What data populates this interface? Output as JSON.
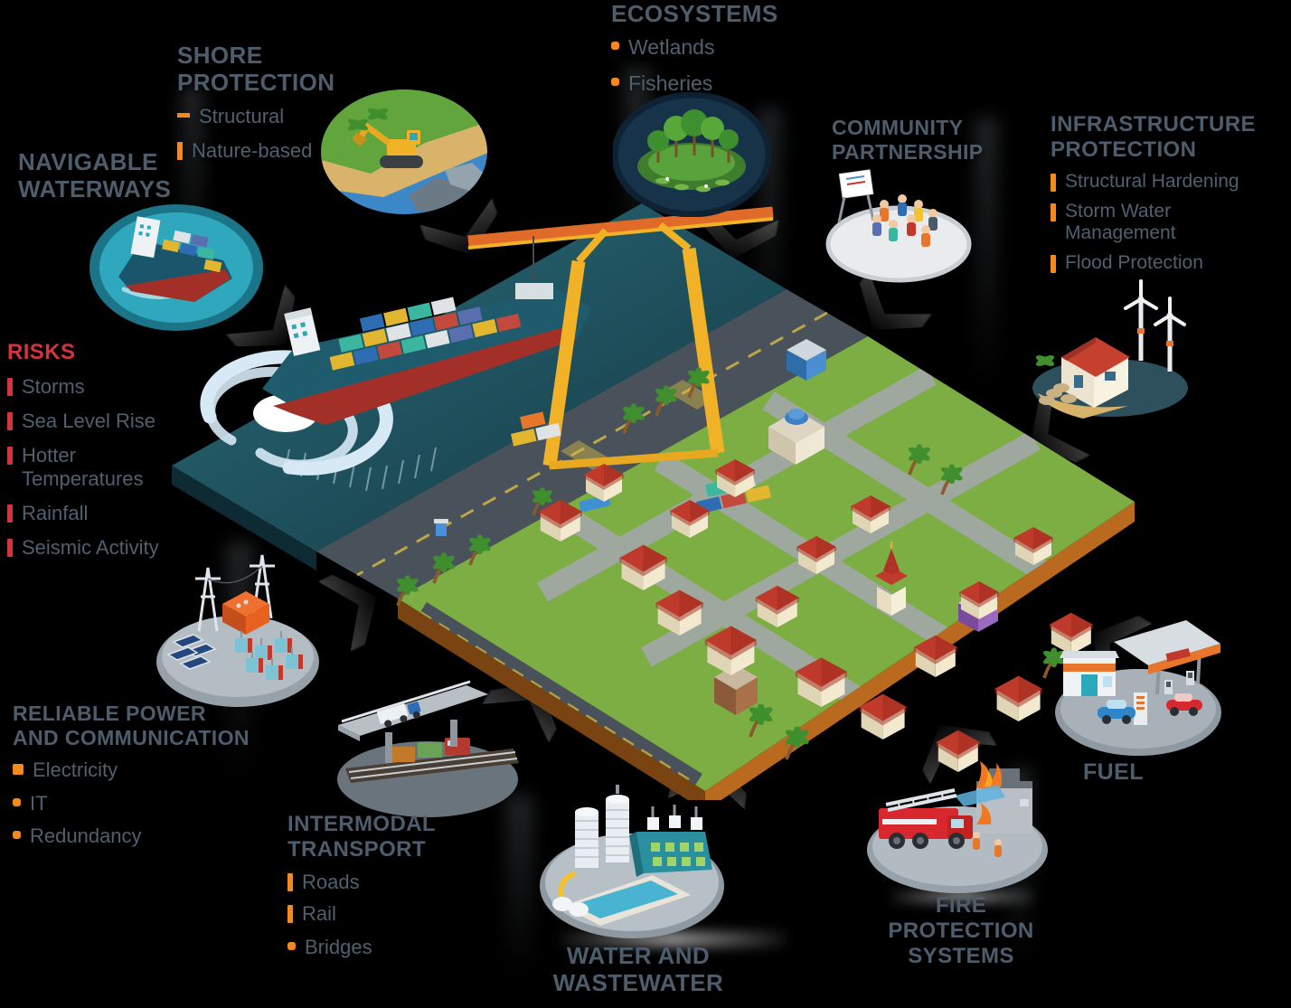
{
  "colors": {
    "background": "#000000",
    "heading_text": "#4e5d6b",
    "item_text": "#50606e",
    "risks_heading": "#d2353e",
    "bullet_orange": "#f5891f"
  },
  "callouts": {
    "shore_protection": {
      "title": "SHORE PROTECTION",
      "items": [
        "Structural",
        "Nature-based"
      ]
    },
    "ecosystems": {
      "title": "ECOSYSTEMS",
      "items": [
        "Wetlands",
        "Fisheries"
      ]
    },
    "community_partnership": {
      "title_lines": [
        "COMMUNITY",
        "PARTNERSHIP"
      ]
    },
    "infrastructure_protection": {
      "title_lines": [
        "INFRASTRUCTURE",
        "PROTECTION"
      ],
      "items": [
        "Structural Hardening",
        "Storm Water Management",
        "Flood Protection"
      ]
    },
    "navigable_waterways": {
      "title_lines": [
        "NAVIGABLE",
        "WATERWAYS"
      ]
    },
    "risks": {
      "title": "RISKS",
      "items": [
        "Storms",
        "Sea Level Rise",
        "Hotter Temperatures",
        "Rainfall",
        "Seismic Activity"
      ]
    },
    "reliable_power": {
      "title_lines": [
        "RELIABLE POWER",
        "AND COMMUNICATION"
      ],
      "items": [
        "Electricity",
        "IT",
        "Redundancy"
      ]
    },
    "intermodal_transport": {
      "title_lines": [
        "INTERMODAL",
        "TRANSPORT"
      ],
      "items": [
        "Roads",
        "Rail",
        "Bridges"
      ]
    },
    "water_wastewater": {
      "title_lines": [
        "WATER AND",
        "WASTEWATER"
      ]
    },
    "fire_protection": {
      "title_lines": [
        "FIRE",
        "PROTECTION",
        "SYSTEMS"
      ]
    },
    "fuel": {
      "title": "FUEL"
    }
  }
}
